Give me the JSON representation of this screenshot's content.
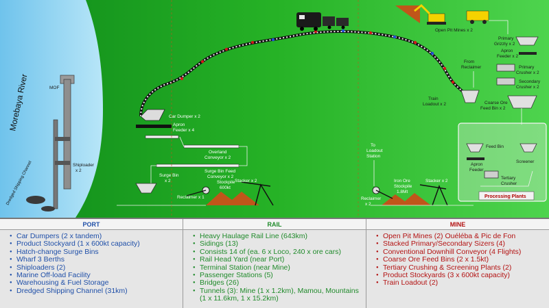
{
  "diagram": {
    "river_label": "Morebaya River",
    "channel_label": "Dredged Shipping Channel",
    "labels": {
      "mof": "MOF",
      "shiploader": "Shiploader",
      "shiploader_count": "x 2",
      "car_dumper": "Car Dumper x 2",
      "apron_feeder_port": "Apron",
      "apron_feeder_port_2": "Feeder x 4",
      "overland_conveyor": "Overland",
      "overland_conveyor_2": "Conveyor x 2",
      "surge_bin_feed": "Surge Bin Feed",
      "surge_bin_feed_2": "Conveyor x 2",
      "surge_bin": "Surge Bin",
      "surge_bin_2": "x 2",
      "stockpile_port": "Stockpile",
      "stockpile_port_2": "600kt",
      "stacker_port": "Stacker x 2",
      "reclaimer_port": "Reclaimer x 1",
      "to_loadout": "To",
      "to_loadout_2": "Loadout",
      "to_loadout_3": "Station",
      "reclaimer_mine": "Reclaimer",
      "reclaimer_mine_2": "x 2",
      "iron_ore_stockpile": "Iron Ore",
      "iron_ore_stockpile_2": "Stockpile",
      "iron_ore_stockpile_3": "1.8Mt",
      "stacker_mine": "Stacker x 2",
      "open_pit_mines": "Open Pit Mines x 2",
      "primary_grizzly": "Primary",
      "primary_grizzly_2": "Grizzly x 2",
      "apron_feeder_mine": "Apron",
      "apron_feeder_mine_2": "Feeder x 2",
      "from_reclaimer": "From",
      "from_reclaimer_2": "Reclaimer",
      "primary_crusher": "Primary",
      "primary_crusher_2": "Crusher x 2",
      "secondary_crusher": "Secondary",
      "secondary_crusher_2": "Crusher x 2",
      "train_loadout": "Train",
      "train_loadout_2": "Loadout x 2",
      "coarse_ore_feed_bin": "Coarse Ore",
      "coarse_ore_feed_bin_2": "Feed Bin x 2",
      "feed_bin": "Feed Bin",
      "apron_feeder_plant": "Apron",
      "apron_feeder_plant_2": "Feeder",
      "screener": "Screener",
      "tertiary_crusher": "Tertiary",
      "tertiary_crusher_2": "Crusher",
      "processing_plants": "Processing  Plants"
    },
    "colors": {
      "background_green": "#27b027",
      "river_blue": "#8fd0ee",
      "rail_red": "#d31818",
      "rail_blue": "#1f4fd8",
      "plant_box": "#e0f0e0"
    }
  },
  "legend": {
    "port": {
      "title": "PORT",
      "items": [
        "Car Dumpers (2 x tandem)",
        "Product Stockyard (1 x 600kt capacity)",
        "Hatch-change Surge Bins",
        "Wharf 3 Berths",
        "Shiploaders (2)",
        "Marine Off-load Facility",
        "Warehousing & Fuel Storage",
        "Dredged Shipping Channel (31km)"
      ]
    },
    "rail": {
      "title": "RAIL",
      "items": [
        "Heavy Haulage Rail Line (643km)",
        "Sidings (13)",
        "Consists 14 of (ea. 6 x Loco, 240 x ore cars)",
        "Rail Head Yard (near Port)",
        "Terminal Station (near Mine)",
        "Passenger Stations (5)",
        "Bridges (26)",
        "Tunnels (3): Mine (1 x 1.2km), Mamou, Mountains (1 x 11.6km, 1 x 15.2km)"
      ]
    },
    "mine": {
      "title": "MINE",
      "items": [
        "Open Pit Mines (2) Ouéléba & Pic de Fon",
        "Stacked Primary/Secondary Sizers (4)",
        "Conventional Downhill Conveyor (4 Flights)",
        "Coarse Ore Feed Bins (2 x 1.5kt)",
        "Tertiary Crushing & Screening Plants (2)",
        "Product Stockyards (3 x 600kt capacity)",
        "Train Loadout (2)"
      ]
    }
  }
}
